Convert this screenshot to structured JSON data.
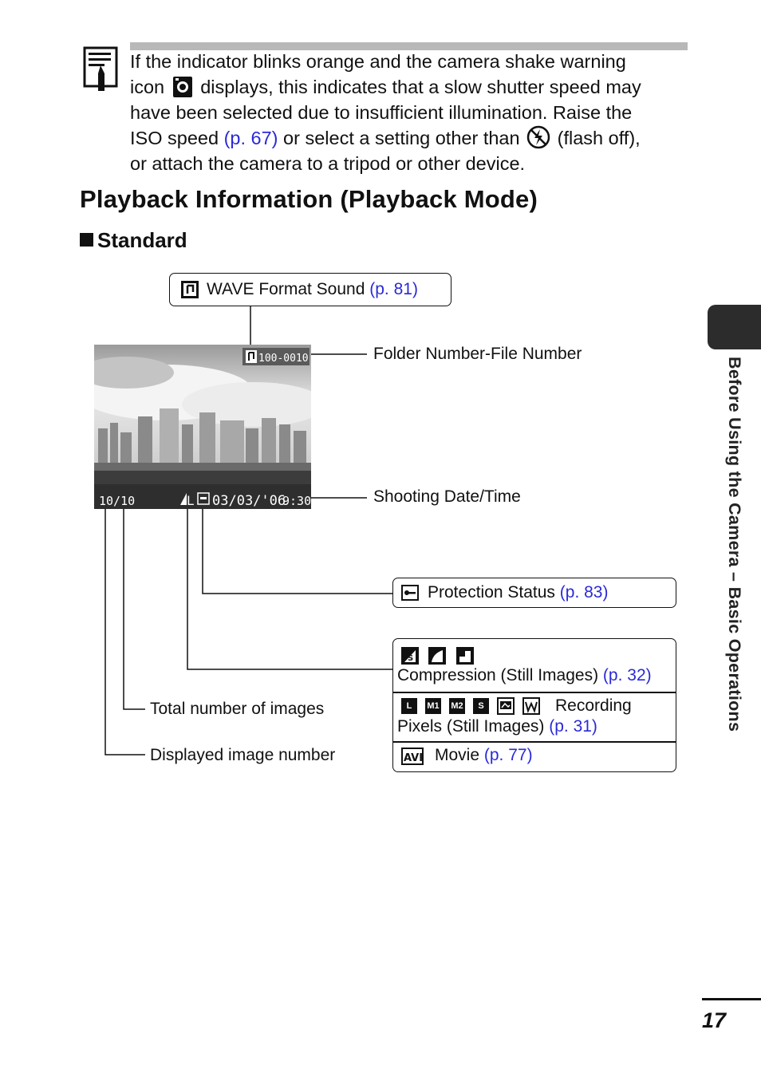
{
  "note": {
    "line1": "If the indicator blinks orange and the camera shake warning",
    "line2_pre": "icon",
    "line2_post": "displays, this indicates that a slow shutter speed may",
    "line3": "have been selected due to insufficient illumination. Raise the",
    "line4_pre": "ISO speed",
    "line4_link": "(p. 67)",
    "line4_mid": "or select a setting other than",
    "line4_post": "(flash off),",
    "line5": "or attach the camera to a tripod or other device."
  },
  "heading": "Playback Information (Playback Mode)",
  "subheading": "Standard",
  "screen": {
    "folder_file": "100-0010",
    "image_count": "10/10",
    "quality": "L",
    "date": "03/03/'06",
    "time": "9:30"
  },
  "labels": {
    "wave_text": "WAVE Format Sound",
    "wave_link": "(p. 81)",
    "folder_number": "Folder Number-File Number",
    "shooting_date": "Shooting Date/Time",
    "protection_text": "Protection Status",
    "protection_link": "(p. 83)",
    "compression_text": "Compression (Still Images)",
    "compression_link": "(p. 32)",
    "recording_text1": "Recording",
    "recording_text2": "Pixels (Still Images)",
    "recording_link": "(p. 31)",
    "movie_text": "Movie",
    "movie_link": "(p. 77)",
    "total_images": "Total number of images",
    "displayed_number": "Displayed image number"
  },
  "recording_icons": [
    "L",
    "M1",
    "M2",
    "S"
  ],
  "side_tab": "Before Using the Camera – Basic Operations",
  "page_number": "17",
  "colors": {
    "link": "#2a2ad8",
    "tab": "#2c2c2c"
  }
}
